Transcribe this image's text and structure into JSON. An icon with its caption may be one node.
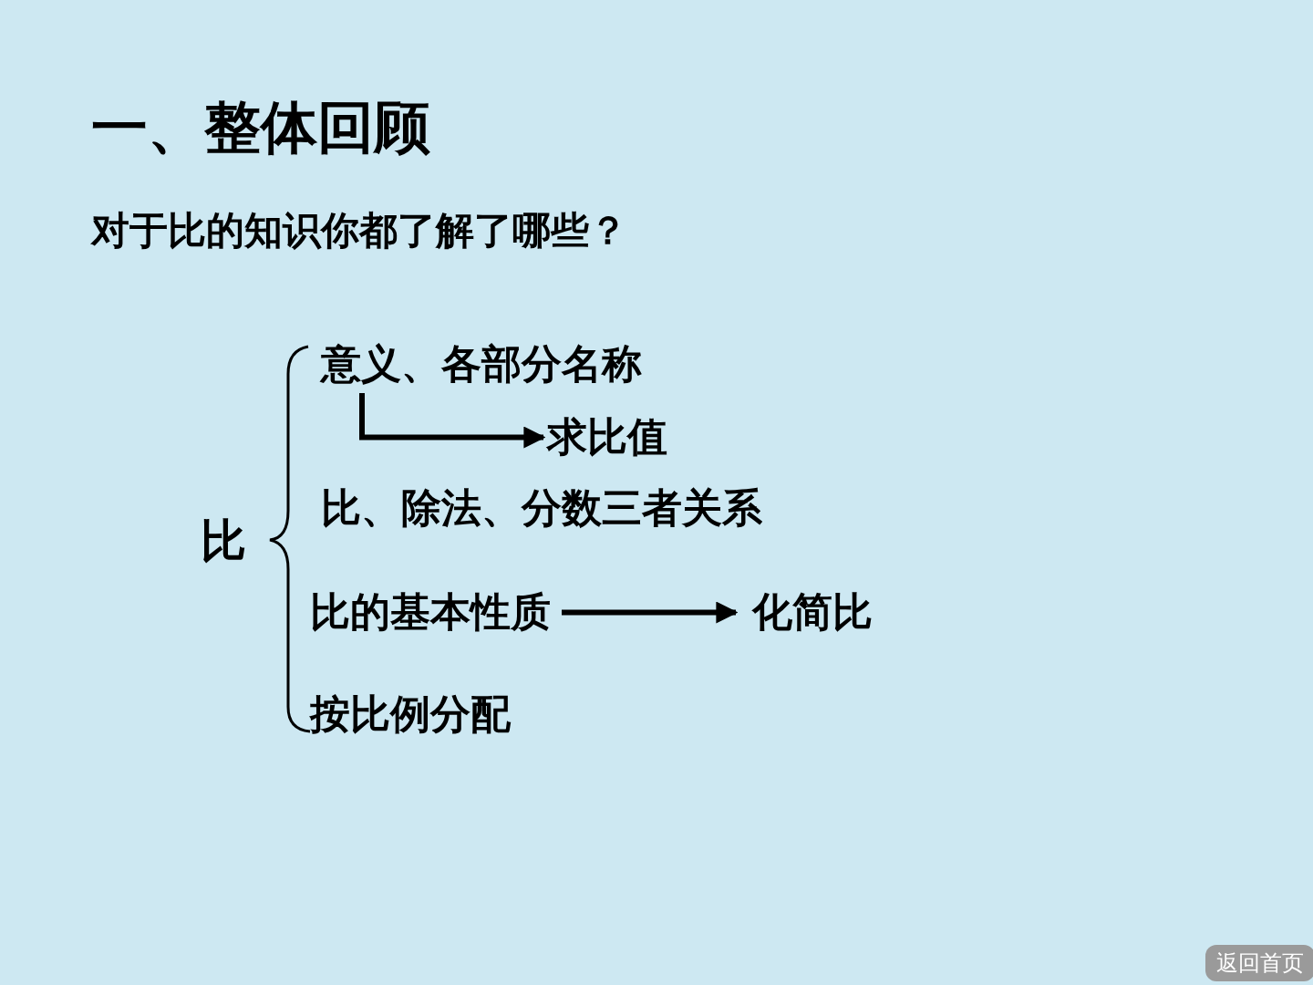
{
  "diagram": {
    "title": "一、整体回顾",
    "nodes": [
      {
        "text": [
          "比"
        ]
      },
      {
        "text": [
          "意义、各部分名称"
        ]
      },
      {
        "text": [
          "求比值"
        ]
      },
      {
        "text": [
          "比、除法、分数三者关系"
        ]
      },
      {
        "text": [
          "比的基本性质"
        ]
      },
      {
        "text": [
          "化简比"
        ]
      },
      {
        "text": [
          "按比例分配"
        ]
      }
    ],
    "edges": [
      {
        "from": 1,
        "to": 2,
        "arrow": "to"
      },
      {
        "from": 4,
        "to": 5,
        "arrow": "to"
      }
    ],
    "labels": [
      "对于比的知识你都了解了哪些？",
      "返回首页"
    ]
  }
}
